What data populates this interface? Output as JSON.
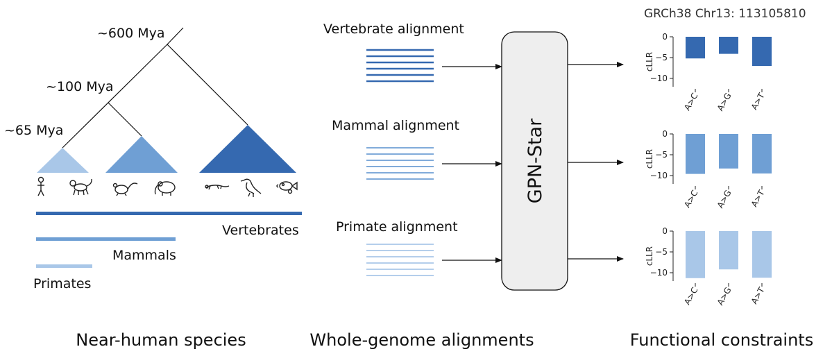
{
  "tree": {
    "times": [
      "~600 Mya",
      "~100 Mya",
      "~65 Mya"
    ],
    "colors": {
      "primates": "#a9c7e8",
      "mammals": "#6f9fd4",
      "vertebrates": "#3569b0"
    },
    "clades": [
      "Vertebrates",
      "Mammals",
      "Primates"
    ],
    "organism_icons": [
      "human-icon",
      "monkey-icon",
      "mouse-icon",
      "elephant-icon",
      "lizard-icon",
      "bird-icon",
      "fish-icon"
    ]
  },
  "alignments": [
    {
      "label": "Vertebrate alignment",
      "color": "#3569b0"
    },
    {
      "label": "Mammal alignment",
      "color": "#6f9fd4"
    },
    {
      "label": "Primate alignment",
      "color": "#a9c7e8"
    }
  ],
  "model": {
    "name": "GPN-Star"
  },
  "coordinate": {
    "text": "GRCh38  Chr13: 113105810"
  },
  "chart_data": [
    {
      "type": "bar",
      "title": "",
      "ylabel": "cLLR",
      "categories": [
        "A>C",
        "A>G",
        "A>T"
      ],
      "values": [
        -5.2,
        -4.1,
        -7.0
      ],
      "ylim": [
        -12,
        0
      ],
      "yticks": [
        "0",
        "−5",
        "−10"
      ],
      "color": "#3569b0"
    },
    {
      "type": "bar",
      "title": "",
      "ylabel": "cLLR",
      "categories": [
        "A>C",
        "A>G",
        "A>T"
      ],
      "values": [
        -9.6,
        -8.3,
        -9.5
      ],
      "ylim": [
        -12,
        0
      ],
      "yticks": [
        "0",
        "−5",
        "−10"
      ],
      "color": "#6f9fd4"
    },
    {
      "type": "bar",
      "title": "",
      "ylabel": "cLLR",
      "categories": [
        "A>C",
        "A>G",
        "A>T"
      ],
      "values": [
        -11.3,
        -9.2,
        -11.2
      ],
      "ylim": [
        -12,
        0
      ],
      "yticks": [
        "0",
        "−5",
        "−10"
      ],
      "color": "#a9c7e8"
    }
  ],
  "sections": [
    "Near-human species",
    "Whole-genome alignments",
    "Functional constraints"
  ]
}
